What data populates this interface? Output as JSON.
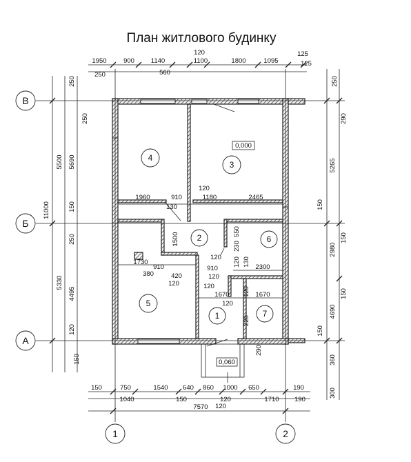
{
  "title": "План житлового будинку",
  "level_mark": "0,000",
  "entrance_mark": "0,060",
  "axes": {
    "v": [
      "В",
      "Б",
      "А"
    ],
    "h": [
      "1",
      "2"
    ]
  },
  "rooms": [
    "4",
    "3",
    "2",
    "6",
    "5",
    "1",
    "7"
  ],
  "dims": {
    "top": {
      "row1": [
        "1950",
        "900",
        "1140",
        "120",
        "1100",
        "1800",
        "1095",
        "125"
      ],
      "row2": [
        "250",
        "560",
        "125"
      ]
    },
    "bottom": {
      "row1": [
        "150",
        "750",
        "1540",
        "640",
        "860",
        "1000",
        "650",
        "190"
      ],
      "row2": [
        "1040",
        "150",
        "120",
        "1710",
        "190"
      ],
      "row3": [
        "120"
      ],
      "total": "7570"
    },
    "left": [
      "11000",
      "5500",
      "5690",
      "5330",
      "4495",
      "250",
      "250",
      "150",
      "250",
      "120",
      "150"
    ],
    "right": [
      "250",
      "290",
      "5265",
      "150",
      "150",
      "2980",
      "150",
      "4690",
      "150",
      "360",
      "300",
      "290"
    ],
    "interior": [
      "1960",
      "910",
      "120",
      "130",
      "1180",
      "2465",
      "1500",
      "550",
      "230",
      "130",
      "120",
      "120",
      "1730",
      "910",
      "380",
      "420",
      "120",
      "910",
      "120",
      "2300",
      "120",
      "1670",
      "120",
      "1670",
      "120",
      "220"
    ]
  }
}
